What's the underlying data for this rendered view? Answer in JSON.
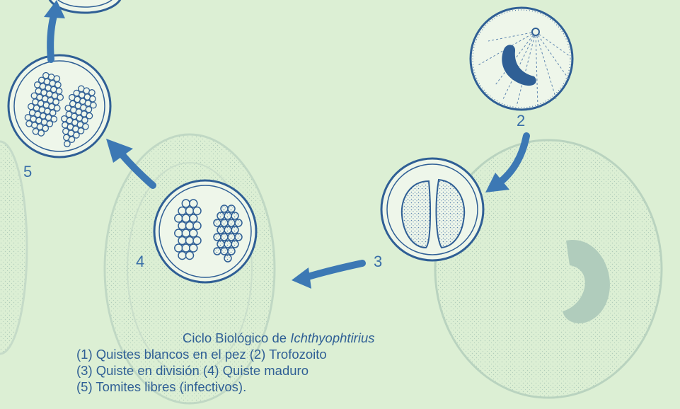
{
  "figure": {
    "colors": {
      "background": "#dcefd4",
      "ink": "#2f5f95",
      "arrow": "#3c78b4",
      "faded": "#bcd5c2"
    },
    "stage_labels": [
      "2",
      "3",
      "4",
      "5"
    ],
    "caption": {
      "title_prefix": "Ciclo Biológico de",
      "title_genus": "Ichthyophtirius",
      "lines": [
        "(1) Quistes blancos en el pez (2) Trofozoito",
        "(3) Quiste en división (4) Quiste maduro",
        "(5) Tomites libres (infectivos)."
      ]
    }
  }
}
